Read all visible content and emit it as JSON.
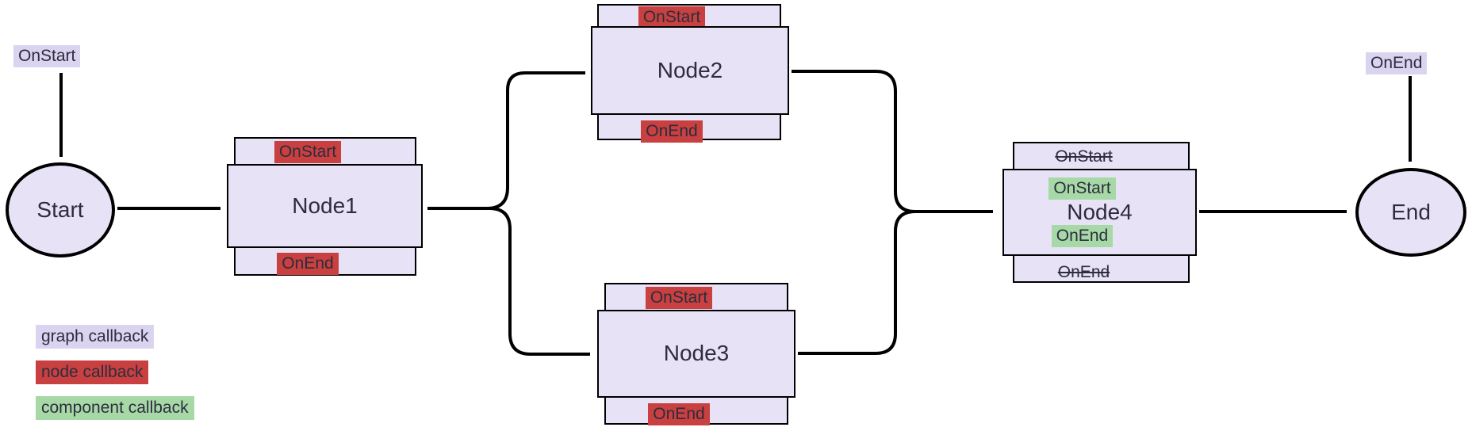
{
  "colors": {
    "background": "#ffffff",
    "node_fill": "#E8E2F7",
    "border": "#000000",
    "text": "#2E2C3E",
    "graph_callback": "#DBD4F0",
    "node_callback": "#C84040",
    "component_callback": "#A7D9A7",
    "arrow": "#000000"
  },
  "start": {
    "label": "Start",
    "callback": "OnStart"
  },
  "end": {
    "label": "End",
    "callback": "OnEnd"
  },
  "nodes": {
    "node1": {
      "title": "Node1",
      "on_start": "OnStart",
      "on_end": "OnEnd"
    },
    "node2": {
      "title": "Node2",
      "on_start": "OnStart",
      "on_end": "OnEnd"
    },
    "node3": {
      "title": "Node3",
      "on_start": "OnStart",
      "on_end": "OnEnd"
    },
    "node4": {
      "title": "Node4",
      "disabled_on_start": "OnStart",
      "component_on_start": "OnStart",
      "component_on_end": "OnEnd",
      "disabled_on_end": "OnEnd"
    }
  },
  "legend": {
    "graph": "graph callback",
    "node": "node callback",
    "component": "component callback"
  }
}
